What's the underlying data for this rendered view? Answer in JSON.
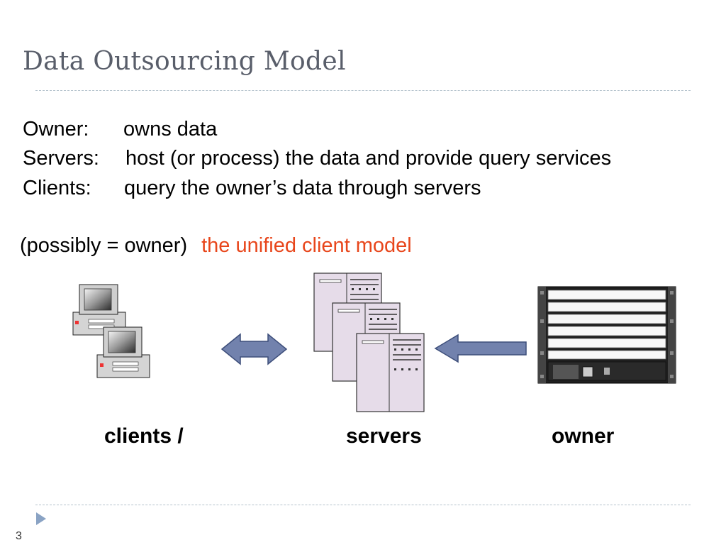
{
  "slide": {
    "title": "Data Outsourcing Model",
    "page_number": "3"
  },
  "roles": [
    {
      "label": "Owner:",
      "text": "owns data"
    },
    {
      "label": "Servers:",
      "text": "host (or process) the data and provide query services"
    },
    {
      "label": "Clients:",
      "text": "query the owner’s data through servers"
    }
  ],
  "note": {
    "prefix": "(possibly = owner)",
    "highlight": "the unified client model",
    "highlight_color": "#e8461b"
  },
  "diagram": {
    "captions": {
      "clients": "clients /",
      "servers": "servers",
      "owner": "owner"
    },
    "arrow_color": "#7282ad",
    "server_color": "#e6dce9"
  }
}
